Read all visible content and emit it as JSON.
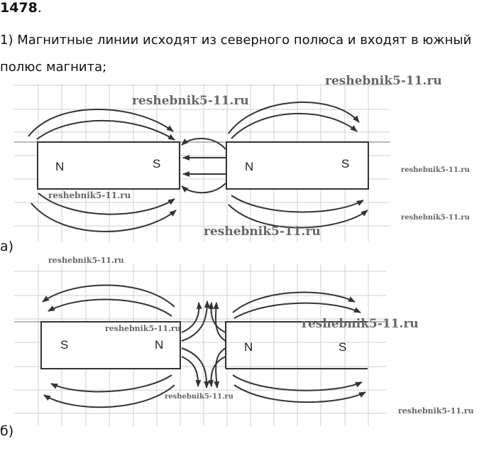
{
  "problem": {
    "number": "1478",
    "number_suffix": ".",
    "text": "1) Магнитные линии исходят из северного полюса и входят в южный полюс магнита;"
  },
  "figure_a": {
    "label": "а)",
    "magnet_left": {
      "pole_left": "N",
      "pole_right": "S"
    },
    "magnet_right": {
      "pole_left": "N",
      "pole_right": "S"
    },
    "watermarks": [
      "reshebnik5-11.ru",
      "reshebnik5-11.ru",
      "reshebnik5-11.ru",
      "reshebnik5-11.ru",
      "reshebnik5-11.ru",
      "reshebnik5-11.ru"
    ]
  },
  "figure_b": {
    "label": "б)",
    "magnet_left": {
      "pole_left": "S",
      "pole_right": "N"
    },
    "magnet_right": {
      "pole_left": "N",
      "pole_right": "S"
    },
    "watermarks": [
      "reshebnik5-11.ru",
      "reshebnik5-11.ru",
      "reshebnik5-11.ru",
      "reshebnik5-11.ru",
      "reshebnik5-11.ru"
    ]
  },
  "colors": {
    "grid": "#cfcfcf",
    "lines": "#333333",
    "watermark": "#666666"
  }
}
